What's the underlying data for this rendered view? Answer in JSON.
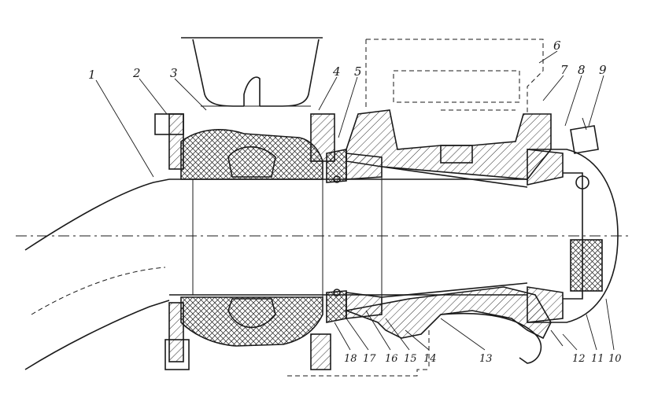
{
  "callouts_top": [
    "1",
    "2",
    "3",
    "4",
    "5",
    "6",
    "7",
    "8",
    "9"
  ],
  "callouts_bottom": [
    "18",
    "17",
    "16",
    "15",
    "14",
    "13",
    "12",
    "11",
    "10"
  ],
  "colors": {
    "ink": "#1a1a1a",
    "paper": "#ffffff"
  }
}
